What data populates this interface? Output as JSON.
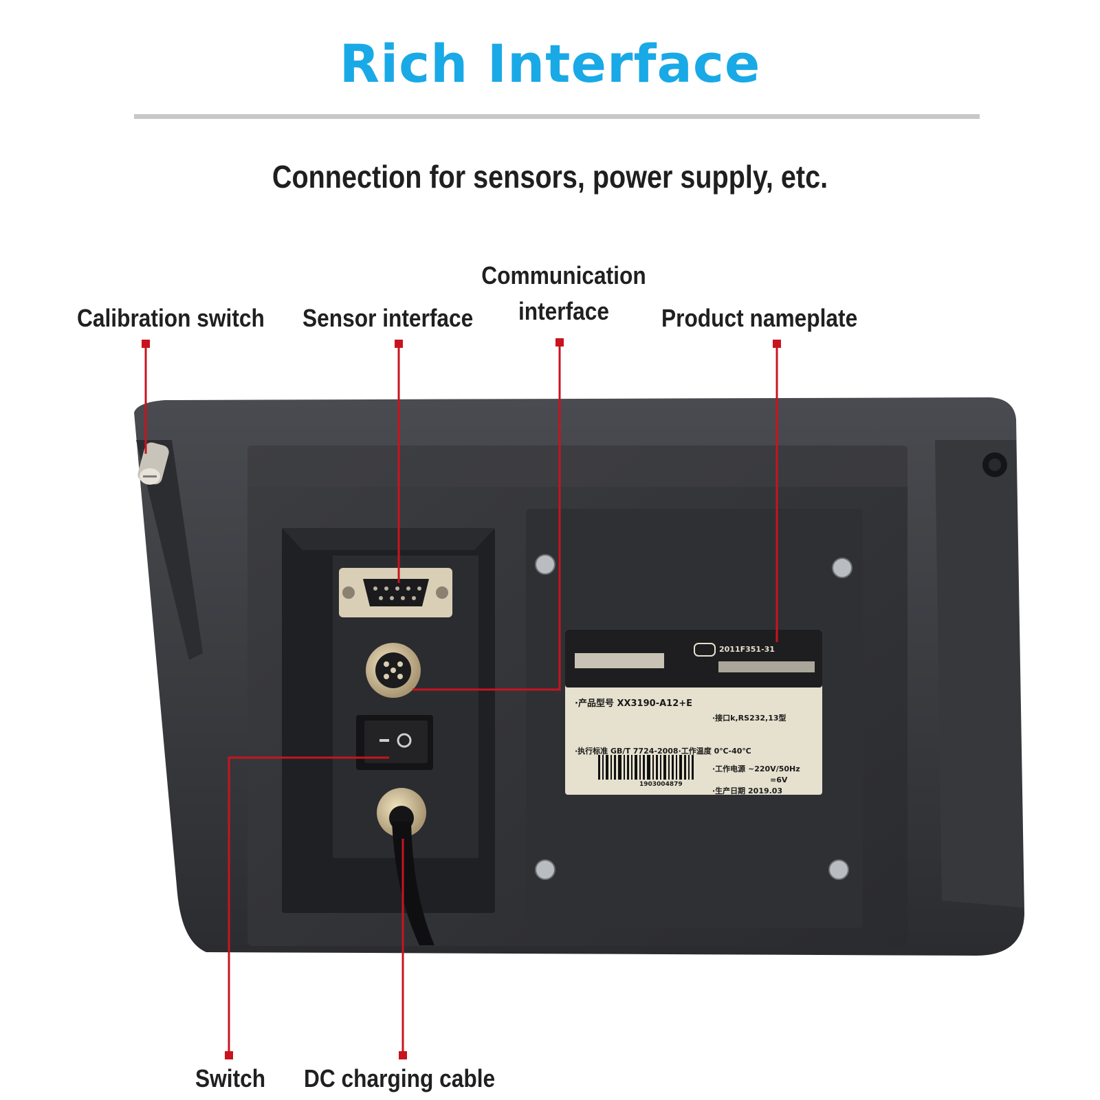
{
  "title": "Rich Interface",
  "subtitle": "Connection for sensors, power supply, etc.",
  "callouts": {
    "calibration_switch": "Calibration switch",
    "sensor_interface": "Sensor interface",
    "communication_interface_line1": "Communication",
    "communication_interface_line2": "interface",
    "product_nameplate": "Product nameplate",
    "switch": "Switch",
    "dc_charging_cable": "DC charging cable"
  },
  "nameplate": {
    "code": "2011F351-31",
    "model": "·产品型号 XX3190-A12+E",
    "line2": "·接口k,RS232,13型",
    "line3": "·执行标准 GB/T 7724-2008·工作温度 0℃-40℃",
    "line4": "·工作电源 ~220V/50Hz",
    "line5": "=6V",
    "serial": "1903004879",
    "date": "·生产日期 2019.03"
  },
  "colors": {
    "title": "#19a9e6",
    "callout_line": "#c8141e",
    "device_body": "#3a3b3f",
    "device_panel": "#2e2f33"
  }
}
